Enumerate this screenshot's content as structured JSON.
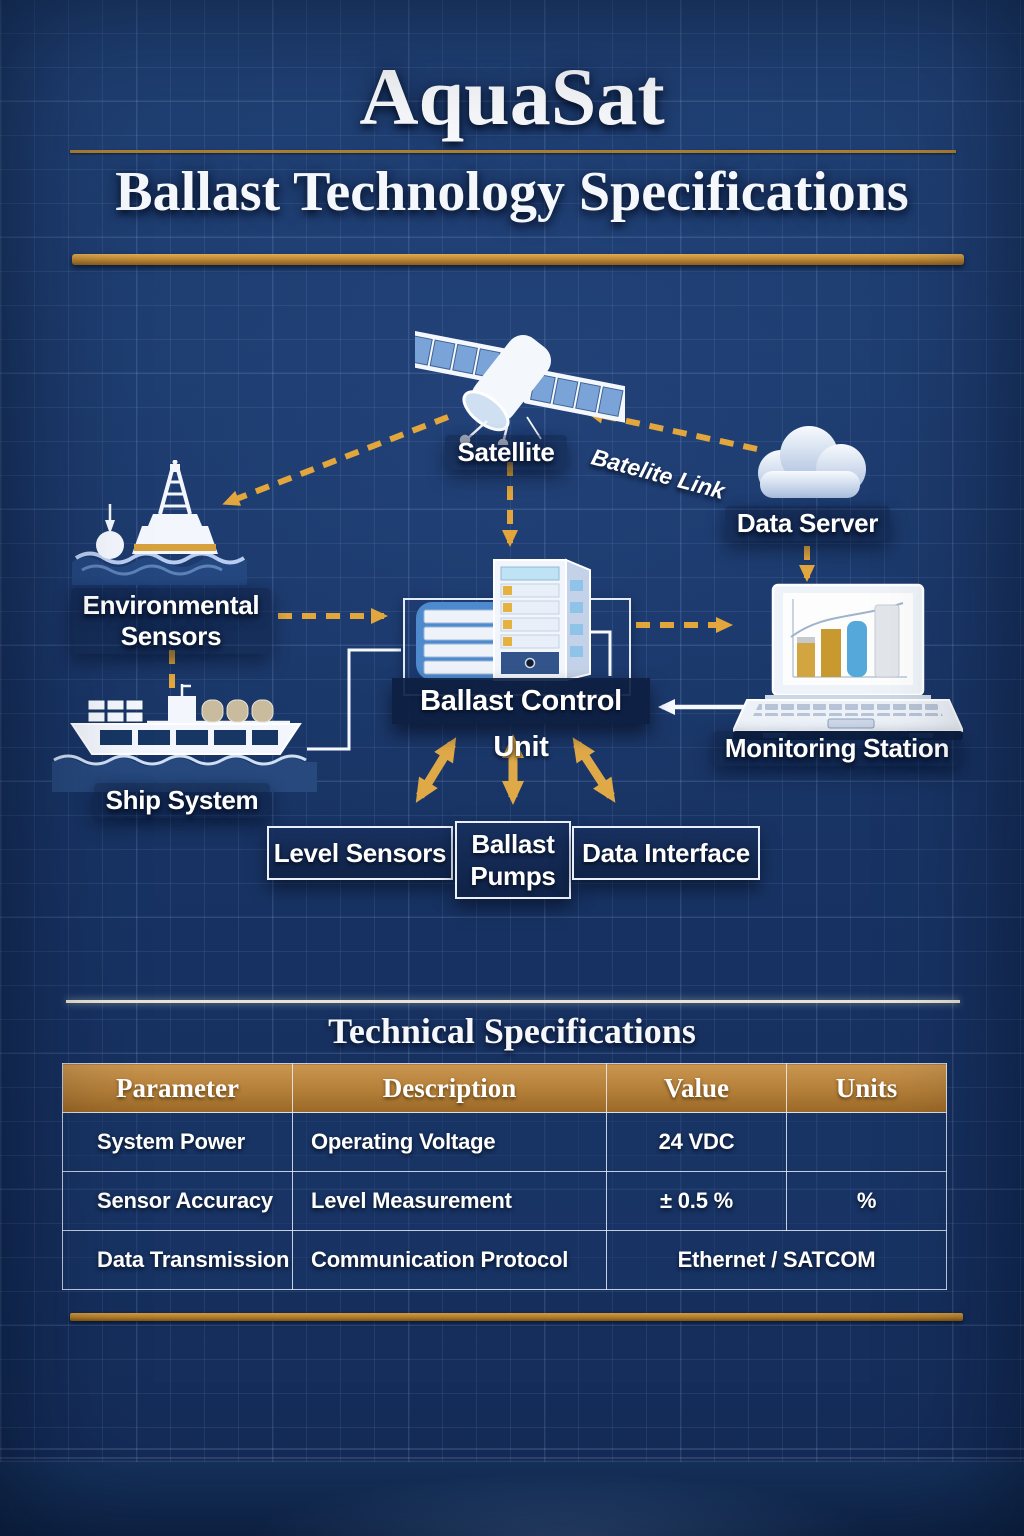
{
  "colors": {
    "background_blue": "#1a3768",
    "accent_gold": "#e2a63c",
    "arrow_gold": "#e0a948",
    "table_header_gold": "#bf8a43",
    "divider_cream": "#e9e3cf",
    "icon_white": "#f2f6fc",
    "panel_blue": "#7aa3d8"
  },
  "header": {
    "brand": "AquaSat",
    "subtitle": "Ballast Technology Specifications"
  },
  "diagram": {
    "icons": [
      "satellite-icon",
      "cloud-icon",
      "buoy-icon",
      "ship-icon",
      "server-rack-icon",
      "laptop-icon"
    ],
    "nodes": {
      "satellite": {
        "label": "Satellite"
      },
      "satellite_link": {
        "label": "Batelite Link"
      },
      "data_server": {
        "label": "Data Server"
      },
      "environmental_sensors": {
        "lines": [
          "Environmental",
          "Sensors"
        ]
      },
      "ship_system": {
        "label": "Ship System"
      },
      "ballast_control_unit": {
        "label": "Ballast Control Unit"
      },
      "monitoring_station": {
        "label": "Monitoring Station"
      },
      "level_sensors": {
        "label": "Level Sensors"
      },
      "ballast_pumps": {
        "lines": [
          "Ballast",
          "Pumps"
        ]
      },
      "data_interface": {
        "label": "Data Interface"
      }
    }
  },
  "specs": {
    "title": "Technical Specifications",
    "table": {
      "headers": [
        "Parameter",
        "Description",
        "Value",
        "Units"
      ],
      "rows": [
        {
          "parameter": "System Power",
          "description": "Operating Voltage",
          "value": "24 VDC",
          "units": ""
        },
        {
          "parameter": "Sensor Accuracy",
          "description": "Level Measurement",
          "value": "± 0.5 %",
          "units": "%"
        },
        {
          "parameter": "Data Transmission",
          "description": "Communication Protocol",
          "value": "Ethernet / SATCOM",
          "units": ""
        }
      ]
    }
  }
}
